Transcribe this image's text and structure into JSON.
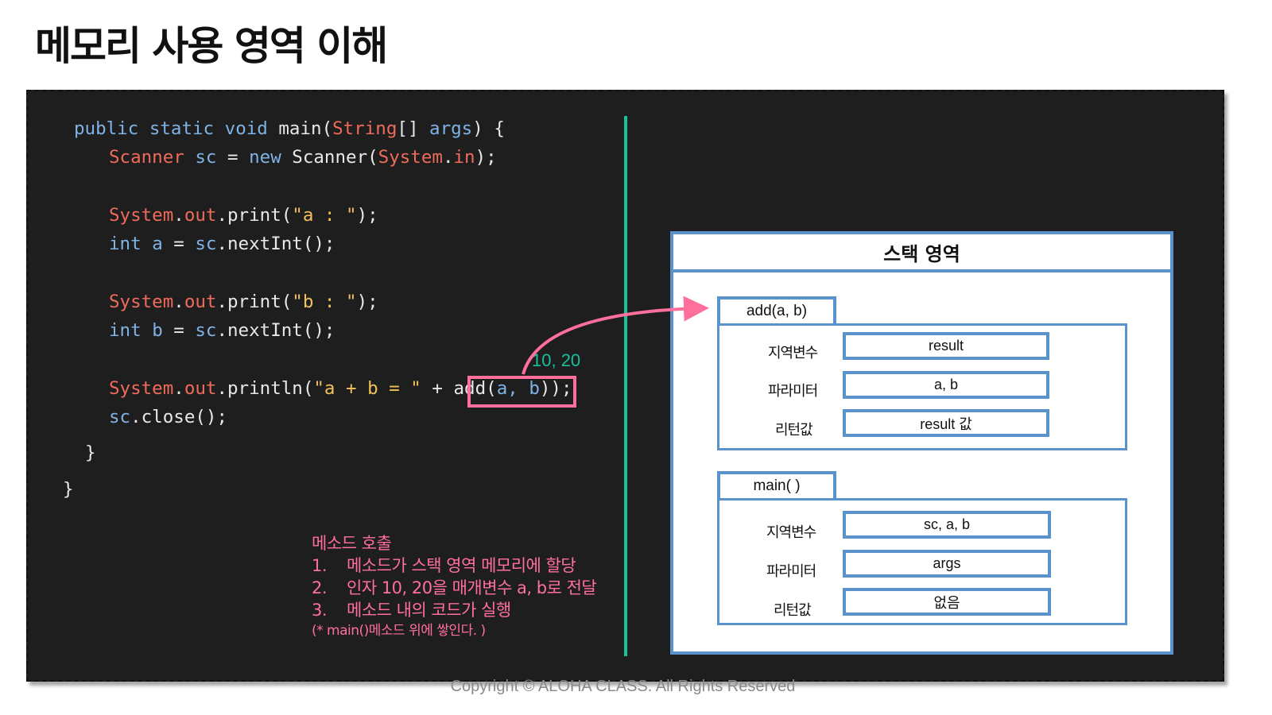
{
  "title": "메모리 사용 영역 이해",
  "code": {
    "l1": {
      "a": "public static void ",
      "b": "main",
      "c": "(",
      "d": "String",
      "e": "[] ",
      "f": "args",
      "g": ") {"
    },
    "l2": {
      "a": "Scanner",
      "b": " sc ",
      "c": "= ",
      "d": "new ",
      "e": "Scanner(",
      "f": "System",
      "g": ".",
      "h": "in",
      "i": ");"
    },
    "l3": {
      "a": "System",
      "b": ".",
      "c": "out",
      "d": ".print(",
      "e": "\"a : \"",
      "f": ");"
    },
    "l4": {
      "a": "int ",
      "b": "a ",
      "c": "= ",
      "d": "sc",
      "e": ".nextInt();"
    },
    "l5": {
      "a": "System",
      "b": ".",
      "c": "out",
      "d": ".print(",
      "e": "\"b : \"",
      "f": ");"
    },
    "l6": {
      "a": "int ",
      "b": "b ",
      "c": "= ",
      "d": "sc",
      "e": ".nextInt();"
    },
    "l7": {
      "a": "System",
      "b": ".",
      "c": "out",
      "d": ".println(",
      "e": "\"a + b = \"",
      "f": " + ",
      "g": "add(",
      "h": "a, b",
      "i": "));"
    },
    "l8": {
      "a": "sc",
      "b": ".close();"
    },
    "l9": "}",
    "l10": "}"
  },
  "arg_note": "10, 20",
  "notes": {
    "heading": "메소드 호출",
    "items": [
      {
        "num": "1.",
        "text": "메소드가 스택 영역 메모리에 할당"
      },
      {
        "num": "2.",
        "text": "인자 10, 20을 매개변수 a, b로 전달"
      },
      {
        "num": "3.",
        "text": "메소드 내의 코드가 실행"
      }
    ],
    "footnote": "(* main()메소드 위에 쌓인다. )"
  },
  "stack": {
    "title": "스택 영역",
    "frames": [
      {
        "name": "add(a, b)",
        "rows": [
          {
            "label": "지역변수",
            "value": "result"
          },
          {
            "label": "파라미터",
            "value": "a, b"
          },
          {
            "label": "리턴값",
            "value": "result  값"
          }
        ]
      },
      {
        "name": "main( )",
        "rows": [
          {
            "label": "지역변수",
            "value": "sc, a, b"
          },
          {
            "label": "파라미터",
            "value": "args"
          },
          {
            "label": "리턴값",
            "value": "없음"
          }
        ]
      }
    ]
  },
  "colors": {
    "code_bg": "#1e1e1e",
    "accent_pink": "#ff6f9c",
    "accent_green": "#16c19b",
    "stack_blue": "#5a92cc"
  },
  "copyright": "Copyright © ALOHA CLASS. All Rights Reserved"
}
